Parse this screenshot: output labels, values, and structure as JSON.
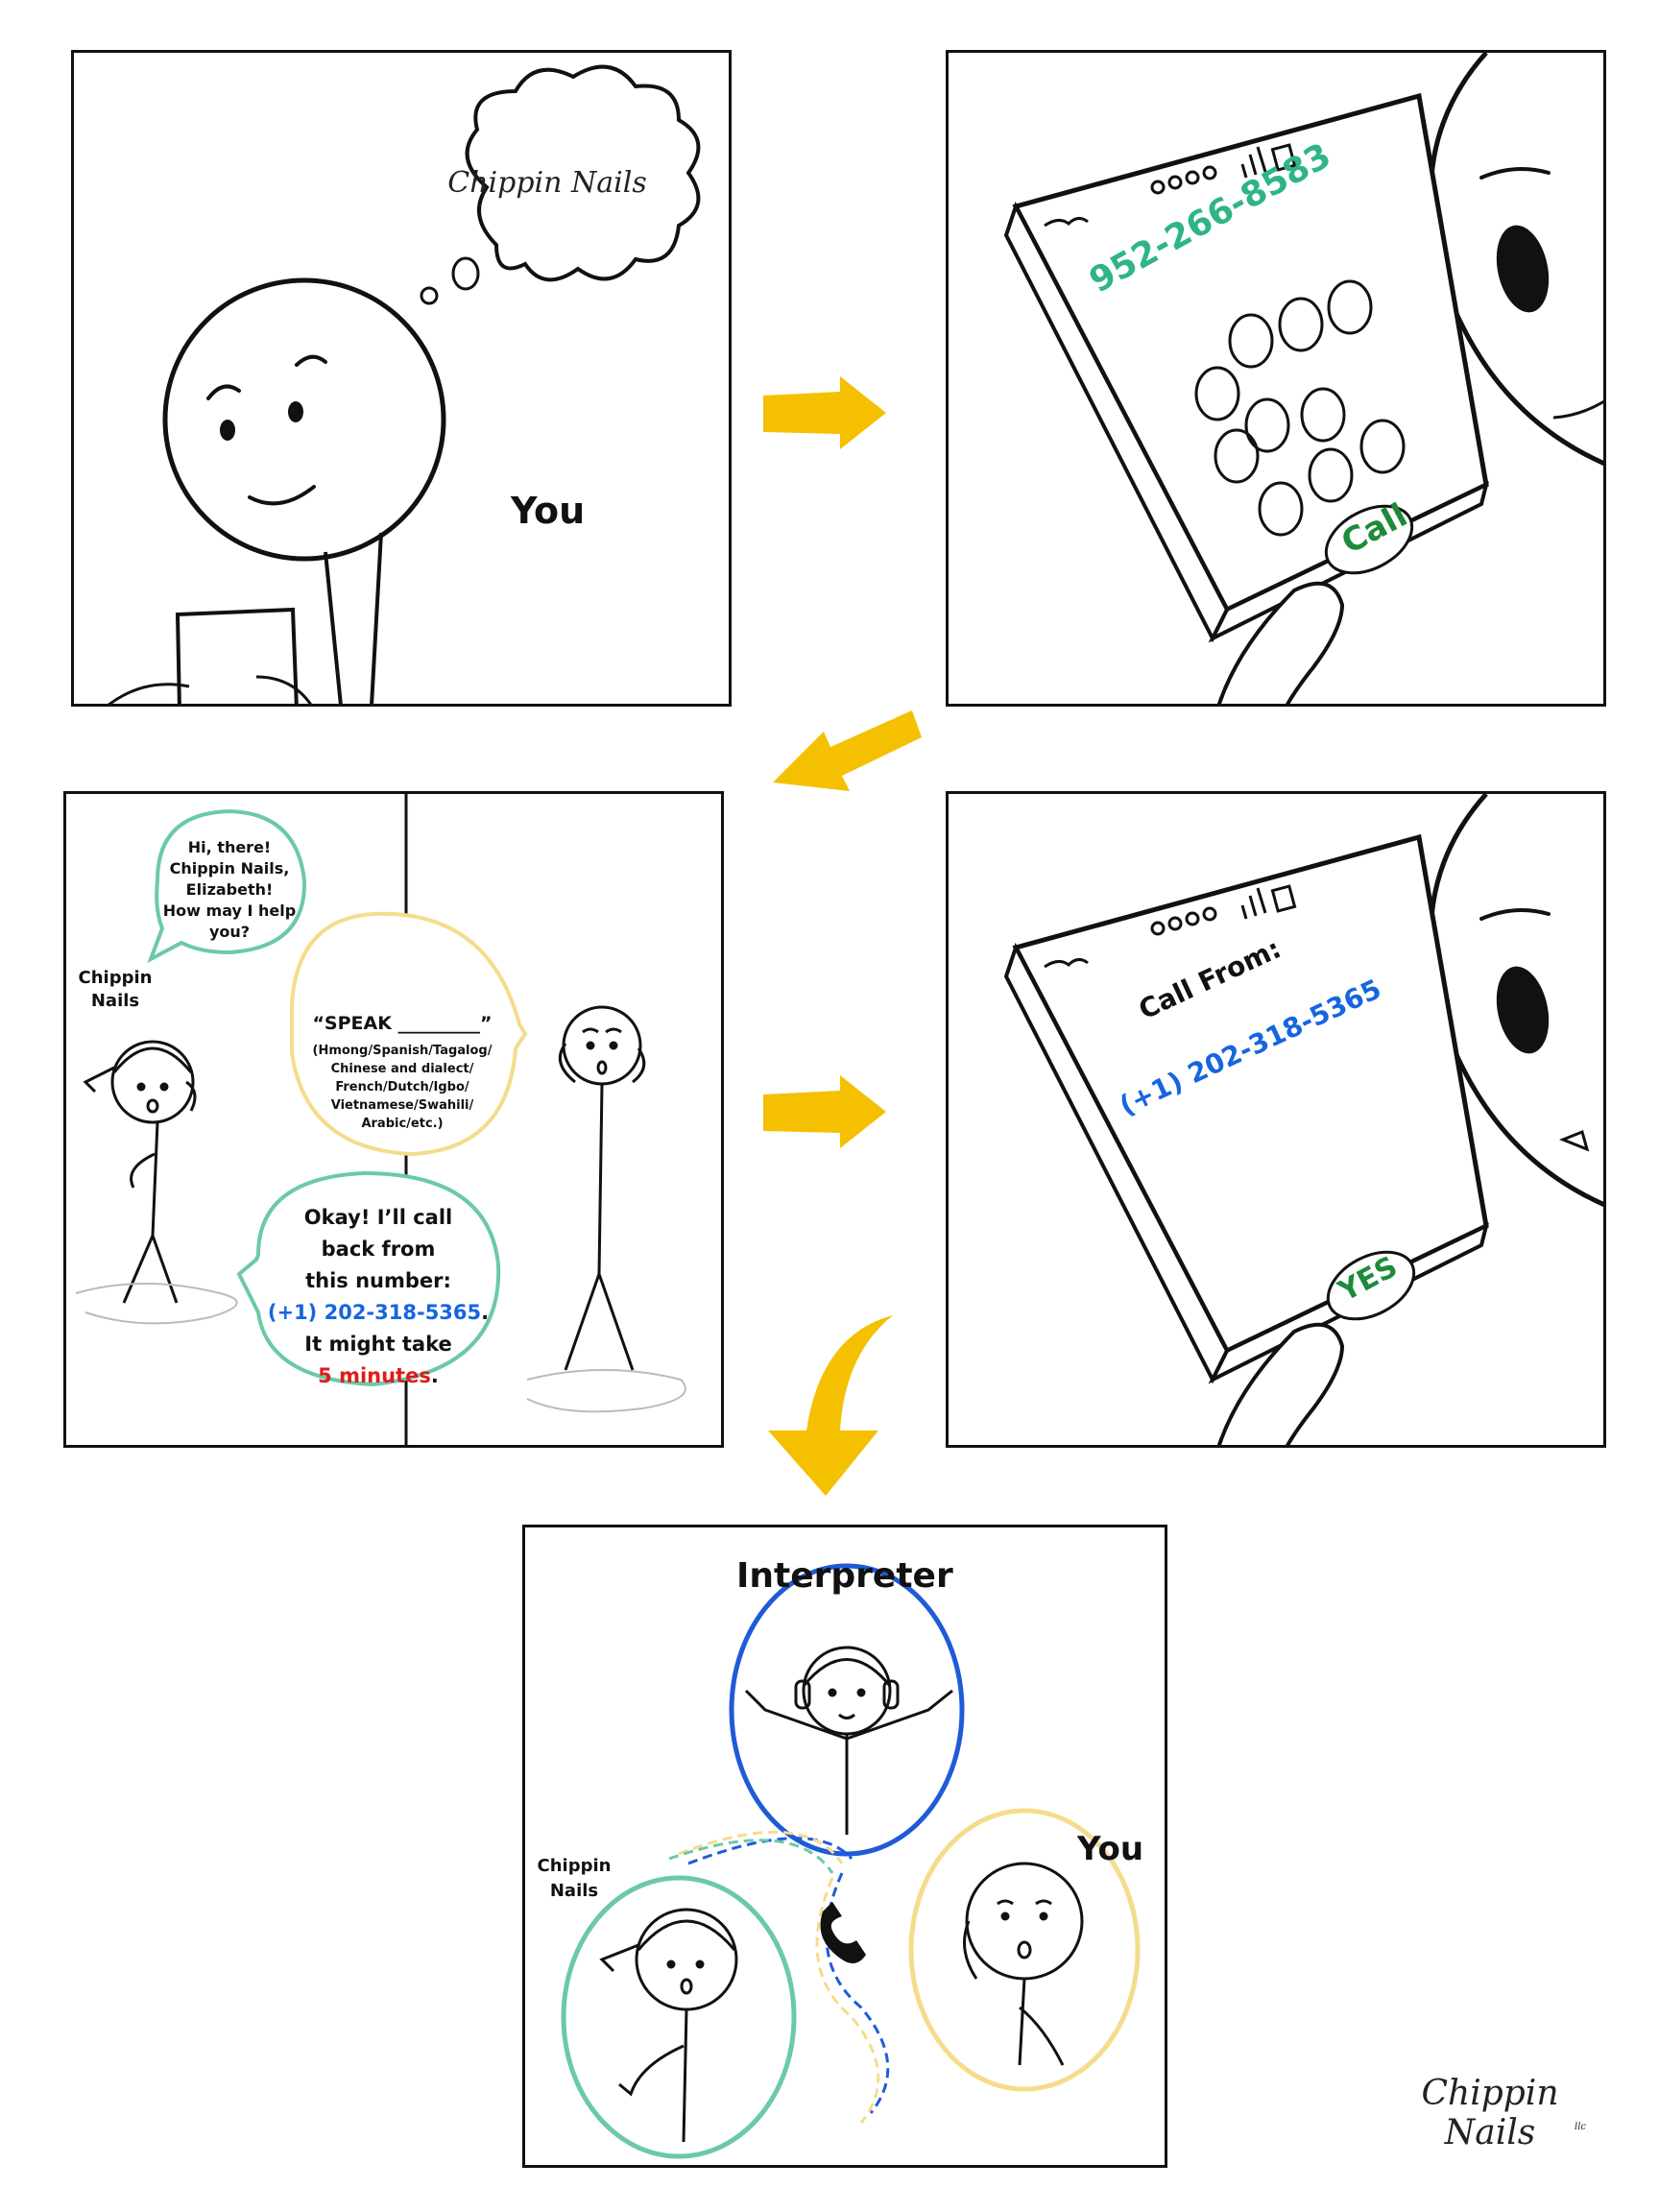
{
  "colors": {
    "line": "#111111",
    "accent_yellow": "#F5C000",
    "teal": "#6CC9A8",
    "green_number": "#2EB584",
    "dark_green": "#1E8A3A",
    "blue": "#1565E0",
    "red": "#E01B1B",
    "pale_yellow": "#F5DC8C",
    "interpreter_blue": "#1F5BD8"
  },
  "brand": {
    "logo_text": "Chippin Nails",
    "logo_suffix": "llc"
  },
  "panel1": {
    "you_label": "You"
  },
  "panel2": {
    "dialed_number": "952-266-8583",
    "call_label": "Call"
  },
  "panel3": {
    "shop_label_line1": "Chippin",
    "shop_label_line2": "Nails",
    "greeting": [
      "Hi, there!",
      "Chippin Nails,",
      "Elizabeth!",
      "How may I help",
      "you?"
    ],
    "speak_title": "“SPEAK _________”",
    "languages": [
      "(Hmong/Spanish/Tagalog/",
      "Chinese and dialect/",
      "French/Dutch/Igbo/",
      "Vietnamese/Swahili/",
      "Arabic/etc.)"
    ],
    "reply_lines": [
      "Okay! I’ll call",
      "back from",
      "this number:"
    ],
    "reply_number": "(+1) 202-318-5365",
    "reply_number_suffix": ".",
    "reply_take": "It might take",
    "reply_time": "5 minutes",
    "reply_time_suffix": "."
  },
  "panel4": {
    "call_from_label": "Call From:",
    "caller_number": "(+1) 202-318-5365",
    "accept_label": "YES"
  },
  "panel5": {
    "interpreter_label": "Interpreter",
    "shop_label_line1": "Chippin",
    "shop_label_line2": "Nails",
    "you_label": "You"
  }
}
